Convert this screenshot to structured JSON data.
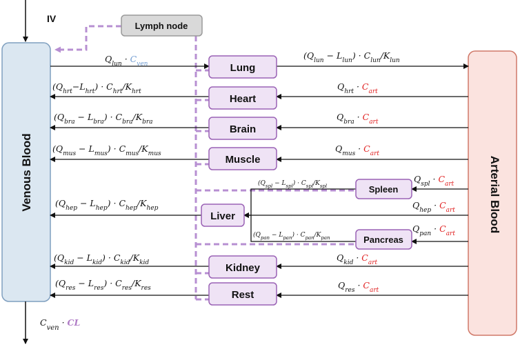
{
  "iv_label": "IV",
  "side_boxes": {
    "venous": "Venous Blood",
    "arterial": "Arterial Blood"
  },
  "lymph_node": "Lymph node",
  "organs": {
    "lung": "Lung",
    "heart": "Heart",
    "brain": "Brain",
    "muscle": "Muscle",
    "spleen": "Spleen",
    "liver": "Liver",
    "pancreas": "Pancreas",
    "kidney": "Kidney",
    "rest": "Rest"
  },
  "flows": {
    "lung_in": {
      "q": "Q",
      "q_sub": "lun",
      "dot": " · ",
      "c": "C",
      "c_sub": "ven"
    },
    "lung_out": {
      "text": "(Q",
      "sub1": "lun",
      "mid": " − L",
      "sub2": "lun",
      "mid2": ") · C",
      "sub3": "lun",
      "mid3": "/K",
      "sub4": "lun"
    },
    "heart_out": {
      "text": "(Q",
      "sub1": "hrt",
      "mid": "−L",
      "sub2": "hrt",
      "mid2": ") · C",
      "sub3": "hrt",
      "mid3": "/K",
      "sub4": "hrt"
    },
    "heart_in": {
      "q": "Q",
      "q_sub": "hrt",
      "dot": " · ",
      "c": "C",
      "c_sub": "art"
    },
    "brain_out": {
      "text": "(Q",
      "sub1": "bra",
      "mid": " − L",
      "sub2": "bra",
      "mid2": ") · C",
      "sub3": "bra",
      "mid3": "/K",
      "sub4": "bra"
    },
    "brain_in": {
      "q": "Q",
      "q_sub": "bra",
      "dot": " · ",
      "c": "C",
      "c_sub": "art"
    },
    "muscle_out": {
      "text": "(Q",
      "sub1": "mus",
      "mid": " − L",
      "sub2": "mus",
      "mid2": ") · C",
      "sub3": "mus",
      "mid3": "/K",
      "sub4": "mus"
    },
    "muscle_in": {
      "q": "Q",
      "q_sub": "mus",
      "dot": " · ",
      "c": "C",
      "c_sub": "art"
    },
    "spleen_in": {
      "q": "Q",
      "q_sub": "spl",
      "dot": " · ",
      "c": "C",
      "c_sub": "art"
    },
    "spleen_out": {
      "text": "(Q",
      "sub1": "spl",
      "mid": " − L",
      "sub2": "spl",
      "mid2": ") · C",
      "sub3": "spl",
      "mid3": "/K",
      "sub4": "spl"
    },
    "liver_out": {
      "text": "(Q",
      "sub1": "hep",
      "mid": " − L",
      "sub2": "hep",
      "mid2": ") · C",
      "sub3": "hep",
      "mid3": "/K",
      "sub4": "hep"
    },
    "liver_in": {
      "q": "Q",
      "q_sub": "hep",
      "dot": " · ",
      "c": "C",
      "c_sub": "art"
    },
    "pancreas_in": {
      "q": "Q",
      "q_sub": "pan",
      "dot": " · ",
      "c": "C",
      "c_sub": "art"
    },
    "pancreas_out": {
      "text": "(Q",
      "sub1": "pan",
      "mid": " − L",
      "sub2": "pan",
      "mid2": ") · C",
      "sub3": "pan",
      "mid3": "/K",
      "sub4": "pan"
    },
    "kidney_out": {
      "text": "(Q",
      "sub1": "kid",
      "mid": " − L",
      "sub2": "kid",
      "mid2": ") · C",
      "sub3": "kid",
      "mid3": "/K",
      "sub4": "kid"
    },
    "kidney_in": {
      "q": "Q",
      "q_sub": "kid",
      "dot": " · ",
      "c": "C",
      "c_sub": "art"
    },
    "rest_out": {
      "text": "(Q",
      "sub1": "res",
      "mid": " − L",
      "sub2": "res",
      "mid2": ") · C",
      "sub3": "res",
      "mid3": "/K",
      "sub4": "res"
    },
    "rest_in": {
      "q": "Q",
      "q_sub": "res",
      "dot": " · ",
      "c": "C",
      "c_sub": "art"
    },
    "clearance": {
      "c": "C",
      "c_sub": "ven",
      "dot": " · ",
      "cl": "CL"
    }
  },
  "colors": {
    "venous_fill": "#dbe7f1",
    "venous_stroke": "#7f9fbf",
    "arterial_fill": "#fbe3df",
    "arterial_stroke": "#d07868",
    "organ_fill": "#efe3f5",
    "organ_stroke": "#9a62b5",
    "lymph_fill": "#d9d9d9",
    "lymph_stroke": "#9a9a9a",
    "lymph_dash": "#b78fd2",
    "art_text": "#e02020",
    "ven_text": "#6f9bd1",
    "cl_text": "#b07cc6"
  }
}
